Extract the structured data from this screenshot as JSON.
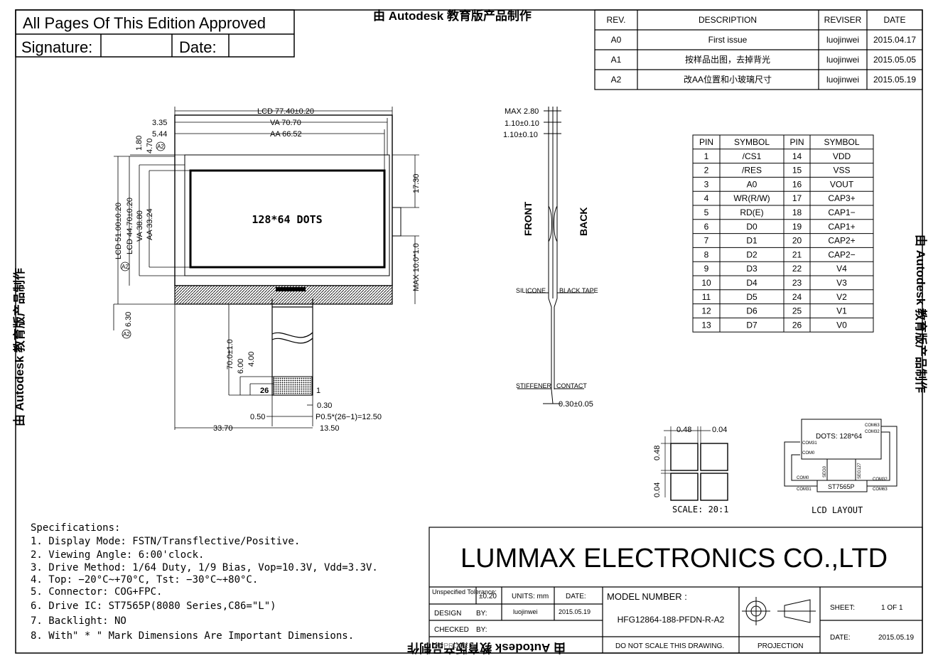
{
  "approval": {
    "title": "All Pages Of This Edition Approved",
    "signature_label": "Signature:",
    "date_label": "Date:"
  },
  "watermark": "由 Autodesk 教育版产品制作",
  "revisions": {
    "headers": [
      "REV.",
      "DESCRIPTION",
      "REVISER",
      "DATE"
    ],
    "rows": [
      [
        "A0",
        "First issue",
        "luojinwei",
        "2015.04.17"
      ],
      [
        "A1",
        "按样品出图，去掉背光",
        "luojinwei",
        "2015.05.05"
      ],
      [
        "A2",
        "改AA位置和小玻璃尺寸",
        "luojinwei",
        "2015.05.19"
      ]
    ]
  },
  "pins": {
    "headers": [
      "PIN",
      "SYMBOL",
      "PIN",
      "SYMBOL"
    ],
    "rows": [
      [
        "1",
        "/CS1",
        "14",
        "VDD"
      ],
      [
        "2",
        "/RES",
        "15",
        "VSS"
      ],
      [
        "3",
        "A0",
        "16",
        "VOUT"
      ],
      [
        "4",
        "WR(R/W)",
        "17",
        "CAP3+"
      ],
      [
        "5",
        "RD(E)",
        "18",
        "CAP1−"
      ],
      [
        "6",
        "D0",
        "19",
        "CAP1+"
      ],
      [
        "7",
        "D1",
        "20",
        "CAP2+"
      ],
      [
        "8",
        "D2",
        "21",
        "CAP2−"
      ],
      [
        "9",
        "D3",
        "22",
        "V4"
      ],
      [
        "10",
        "D4",
        "23",
        "V3"
      ],
      [
        "11",
        "D5",
        "24",
        "V2"
      ],
      [
        "12",
        "D6",
        "25",
        "V1"
      ],
      [
        "13",
        "D7",
        "26",
        "V0"
      ]
    ]
  },
  "front_view": {
    "lcd_w": "LCD 77.40±0.20",
    "va_w": "VA 70.70",
    "aa_w": "AA 66.52",
    "d335": "3.35",
    "d544": "5.44",
    "d180": "1.80",
    "d470": "4.70",
    "lcd_h": "LCD 51.00±0.20",
    "lcd2_h": "LCD 44.70±0.20",
    "va_h": "VA 38.80",
    "aa_h": "AA 33.24",
    "d1730": "17.30",
    "max10": "MAX 10.0*1.0",
    "dots": "128*64  DOTS",
    "d630": "6.30",
    "fpc_len": "70.0±1.0",
    "d600": "6.00",
    "d400": "4.00",
    "p26": "26",
    "p1": "1",
    "d030": "0.30",
    "d050": "0.50",
    "pitch": "P0.5*(26−1)=12.50",
    "d3370": "33.70",
    "d1350": "13.50",
    "a2": "A2"
  },
  "side_view": {
    "max": "MAX 2.80",
    "t1": "1.10±0.10",
    "t2": "1.10±0.10",
    "front": "FRONT",
    "back": "BACK",
    "silicone": "SILICONE",
    "black_tape": "BLACK TAPE",
    "stiffener": "STIFFENER",
    "contact": "CONTACT",
    "thk": "0.30±0.05"
  },
  "pixel_detail": {
    "w1": "0.48",
    "w2": "0.04",
    "h1": "0.48",
    "h2": "0.04",
    "scale": "SCALE:  20:1"
  },
  "lcd_layout": {
    "dots": "DOTS: 128*64",
    "com63a": "COM63",
    "com32a": "COM32",
    "com31a": "COM31",
    "com0a": "COM0",
    "com0b": "COM0",
    "seg0": "SEG0",
    "seg127": "SEG127",
    "com32b": "COM32",
    "com31b": "COM31",
    "chip": "ST7565P",
    "com63b": "COM63",
    "title": "LCD  LAYOUT"
  },
  "specs": {
    "title": "Specifications:",
    "lines": [
      "1. Display Mode: FSTN/Transflective/Positive.",
      "2. Viewing Angle:  6:00'clock.",
      "3. Drive Method: 1/64 Duty, 1/9 Bias, Vop=10.3V, Vdd=3.3V.",
      "4. Top: −20°C~+70°C, Tst: −30°C~+80°C.",
      "5. Connector:  COG+FPC.",
      "6. Drive IC: ST7565P(8080 Series,C86=\"L\")",
      "7. Backlight: NO",
      "8. With\" * \" Mark Dimensions Are Important Dimensions."
    ]
  },
  "title_block": {
    "company": "LUMMAX ELECTRONICS CO.,LTD",
    "tol_label": "Unspecified Tolerance:",
    "tol": "±0.20",
    "units": "UNITS: mm",
    "date_label": "DATE:",
    "model_label": "MODEL NUMBER :",
    "model": "HFG12864-188-PFDN-R-A2",
    "design_label": "DESIGN",
    "by": "BY:",
    "designer": "luojinwei",
    "design_date": "2015.05.19",
    "checked_label": "CHECKED",
    "by2": "BY:",
    "approved_label": "APPROVED",
    "no_scale": "DO NOT SCALE THIS DRAWING.",
    "projection": "PROJECTION",
    "sheet_label": "SHEET:",
    "sheet": "1  OF  1",
    "date2_label": "DATE:",
    "date2": "2015.05.19"
  }
}
